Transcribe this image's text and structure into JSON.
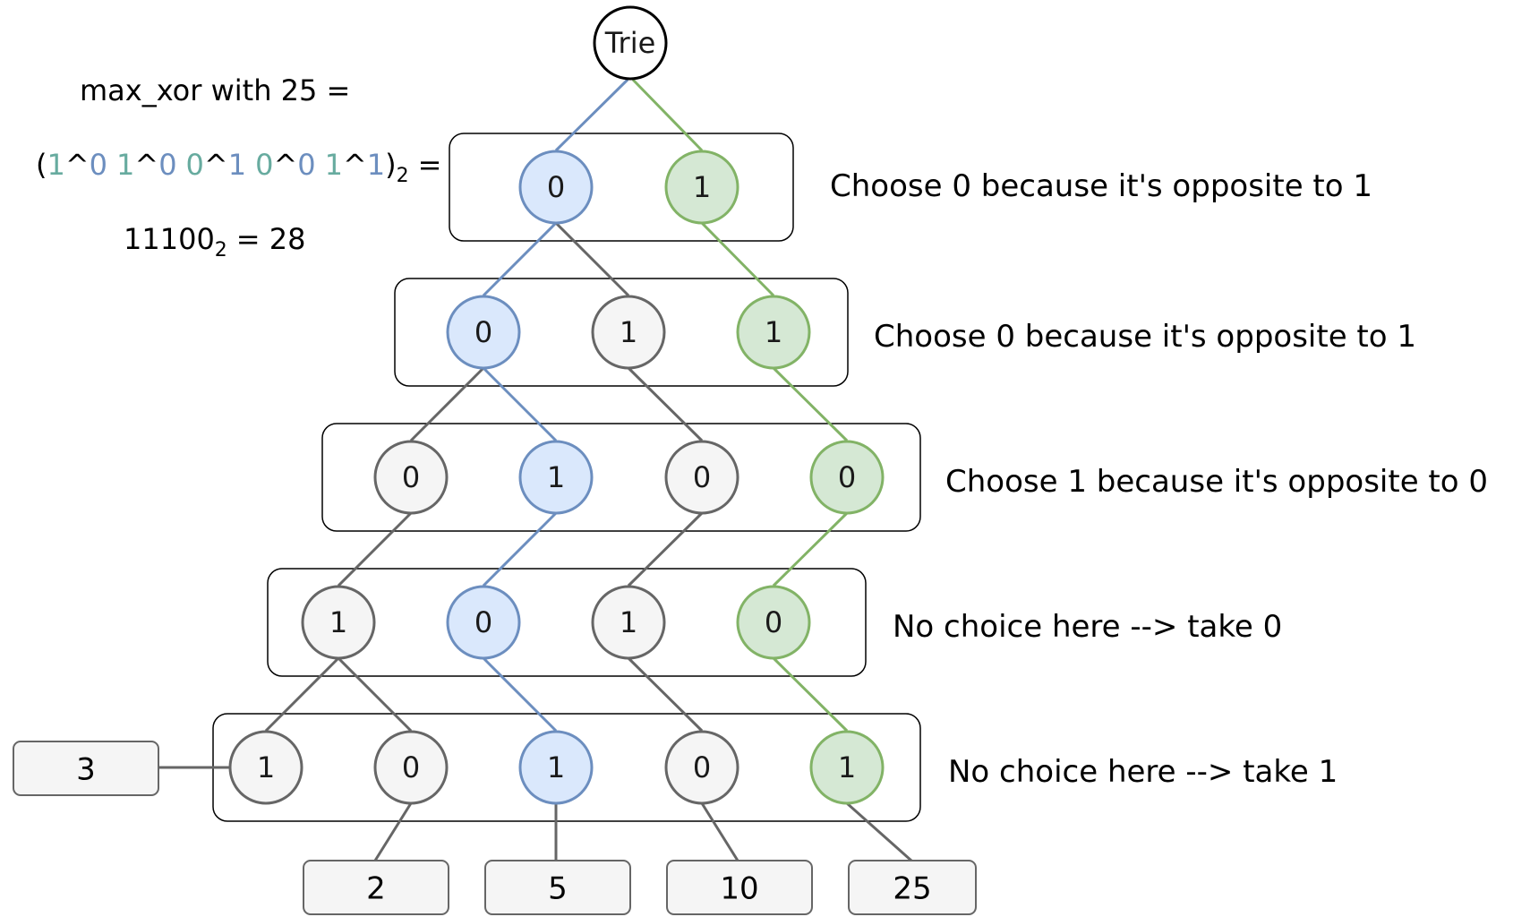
{
  "formula": {
    "line1": "max_xor with 25 =",
    "line2": {
      "open": "(",
      "pairs": [
        {
          "a": "1",
          "b": "0"
        },
        {
          "a": "1",
          "b": "0"
        },
        {
          "a": "0",
          "b": "1"
        },
        {
          "a": "0",
          "b": "0"
        },
        {
          "a": "1",
          "b": "1"
        }
      ],
      "caret": "^",
      "close": ")",
      "subscript": "2",
      "equals": "="
    },
    "line3": {
      "value": "11100",
      "subscript": "2",
      "result": "= 28"
    }
  },
  "root": {
    "label": "Trie"
  },
  "levels": [
    {
      "caption": "Choose 0 because it's opposite to 1",
      "nodes": [
        {
          "label": "0",
          "style": "blue"
        },
        {
          "label": "1",
          "style": "green"
        }
      ]
    },
    {
      "caption": "Choose 0 because it's opposite to 1",
      "nodes": [
        {
          "label": "0",
          "style": "blue"
        },
        {
          "label": "1",
          "style": "gray"
        },
        {
          "label": "1",
          "style": "green"
        }
      ]
    },
    {
      "caption": "Choose 1 because it's opposite to 0",
      "nodes": [
        {
          "label": "0",
          "style": "gray"
        },
        {
          "label": "1",
          "style": "blue"
        },
        {
          "label": "0",
          "style": "gray"
        },
        {
          "label": "0",
          "style": "green"
        }
      ]
    },
    {
      "caption": "No choice here --> take 0",
      "nodes": [
        {
          "label": "1",
          "style": "gray"
        },
        {
          "label": "0",
          "style": "blue"
        },
        {
          "label": "1",
          "style": "gray"
        },
        {
          "label": "0",
          "style": "green"
        }
      ]
    },
    {
      "caption": "No choice here --> take 1",
      "nodes": [
        {
          "label": "1",
          "style": "gray"
        },
        {
          "label": "0",
          "style": "gray"
        },
        {
          "label": "1",
          "style": "blue"
        },
        {
          "label": "0",
          "style": "gray"
        },
        {
          "label": "1",
          "style": "green"
        }
      ]
    }
  ],
  "leaves": [
    "3",
    "2",
    "5",
    "10",
    "25"
  ],
  "colors": {
    "blue_stroke": "#6c8ebf",
    "blue_fill": "#dae8fc",
    "green_stroke": "#82b366",
    "green_fill": "#d5e8d4",
    "gray_stroke": "#666666",
    "gray_fill": "#f5f5f5",
    "formula_blue": "#6c8ebf",
    "formula_teal": "#67ab9f",
    "box_stroke": "#000000",
    "leaf_fill": "#f5f5f5",
    "leaf_stroke": "#666666"
  }
}
